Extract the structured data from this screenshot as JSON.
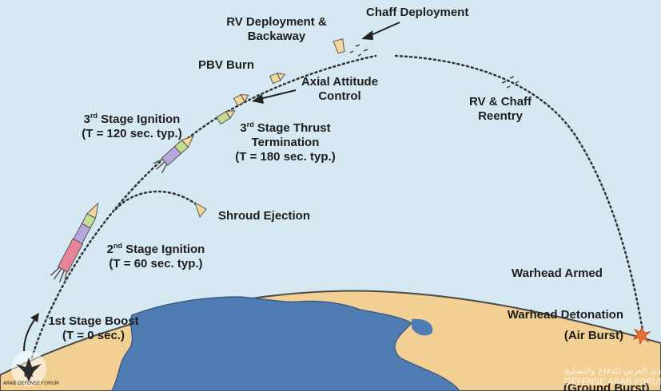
{
  "labels": {
    "rv_deploy_1": "RV Deployment &",
    "rv_deploy_2": "Backaway",
    "chaff_deploy": "Chaff Deployment",
    "pbv_burn": "PBV Burn",
    "axial_1": "Axial Attitude",
    "axial_2": "Control",
    "rv_chaff_1": "RV & Chaff",
    "rv_chaff_2": "Reentry",
    "stage3_ign_1": "Stage Ignition",
    "stage3_ign_sup": "rd",
    "stage3_ign_num": "3",
    "stage3_ign_2": "(T = 120 sec. typ.)",
    "stage3_thrust_num": "3",
    "stage3_thrust_sup": "rd",
    "stage3_thrust_1": "Stage Thrust",
    "stage3_thrust_2": "Termination",
    "stage3_thrust_3": "(T = 180 sec. typ.)",
    "shroud": "Shroud Ejection",
    "stage2_num": "2",
    "stage2_sup": "nd",
    "stage2_1": "Stage Ignition",
    "stage2_2": "(T = 60 sec. typ.)",
    "warhead_armed": "Warhead Armed",
    "stage1_1": "1st Stage Boost",
    "stage1_2": "(T = 0 sec.)",
    "detonation_1": "Warhead Detonation",
    "detonation_2": "(Air Burst)",
    "ground_burst": "(Ground Burst)"
  },
  "watermark": {
    "logo_text": "DA",
    "logo_caption": "ARAB DEFENSE FORUM",
    "arabic": "المنتدى العربي للدفاع والتسليح",
    "english": "DEFENSE ARAB FORUM"
  },
  "colors": {
    "sky": "#d6e8f1",
    "land": "#f2cf93",
    "water": "#4f7db3",
    "trajectory": "#333333"
  }
}
